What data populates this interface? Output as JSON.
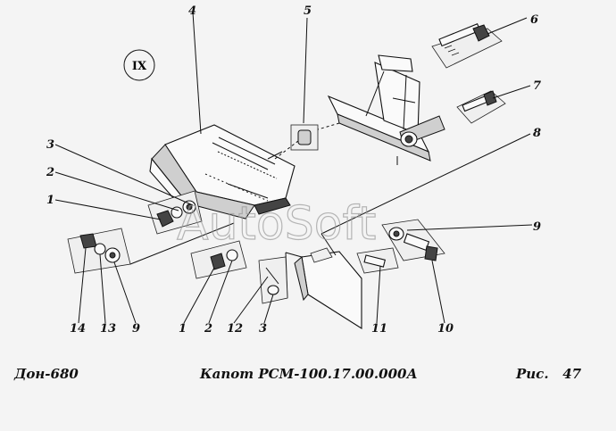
{
  "footer": {
    "left": "Дон-680",
    "center": "Капот РСМ-100.17.00.000А",
    "right_prefix": "Рис.",
    "right_number": "47"
  },
  "section_marker": "IX",
  "watermark": "AutoSoft",
  "callouts": {
    "c1a": "1",
    "c2a": "2",
    "c3a": "3",
    "c4": "4",
    "c5": "5",
    "c6": "6",
    "c7": "7",
    "c8": "8",
    "c9a": "9",
    "c9b": "9",
    "c10": "10",
    "c11": "11",
    "c12": "12",
    "c3b": "3",
    "c2b": "2",
    "c1b": "1",
    "c13": "13",
    "c14": "14"
  },
  "colors": {
    "ink": "#111111",
    "paper": "#f4f4f4"
  }
}
